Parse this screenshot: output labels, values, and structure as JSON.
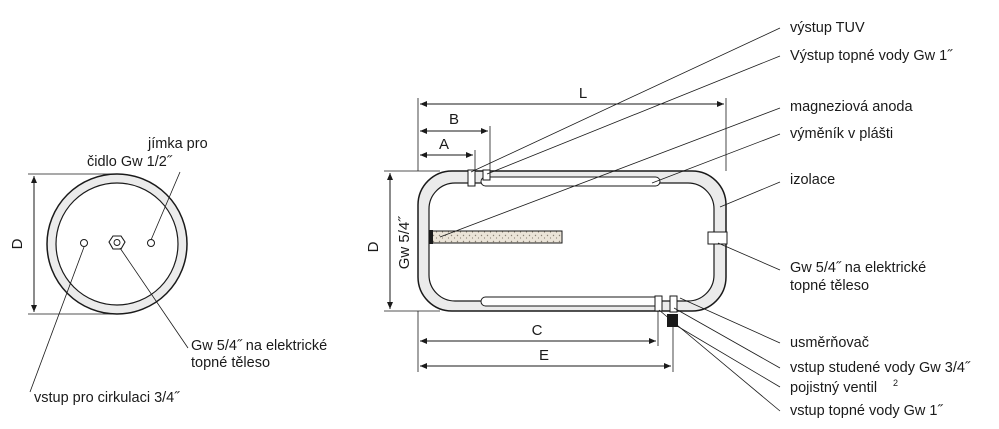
{
  "left_view": {
    "dim_d": "D",
    "label_sensor_well": [
      "jímka pro",
      "čidlo Gw 1/2˝"
    ],
    "label_heater": [
      "Gw 5/4˝ na elektrické",
      "topné těleso"
    ],
    "label_circulation": "vstup pro cirkulaci 3/4˝"
  },
  "right_view": {
    "dim_l": "L",
    "dim_b": "B",
    "dim_a": "A",
    "dim_d": "D",
    "dim_gw": "Gw 5/4˝",
    "dim_c": "C",
    "dim_e": "E",
    "labels": {
      "hot_water_out": "výstup TUV",
      "heating_water_out": "Výstup topné vody Gw 1˝",
      "magnesium_anode": "magneziová anoda",
      "jacket_exchanger": "výměník v plášti",
      "insulation": "izolace",
      "heater_port": [
        "Gw 5/4˝ na elektrické",
        "topné těleso"
      ],
      "diverter": "usměrňovač",
      "cold_water_in": "vstup studené vody Gw 3/4˝",
      "safety_valve": "pojistný ventil",
      "safety_valve_note": "2",
      "heating_water_in": "vstup topné vody Gw 1˝"
    }
  }
}
